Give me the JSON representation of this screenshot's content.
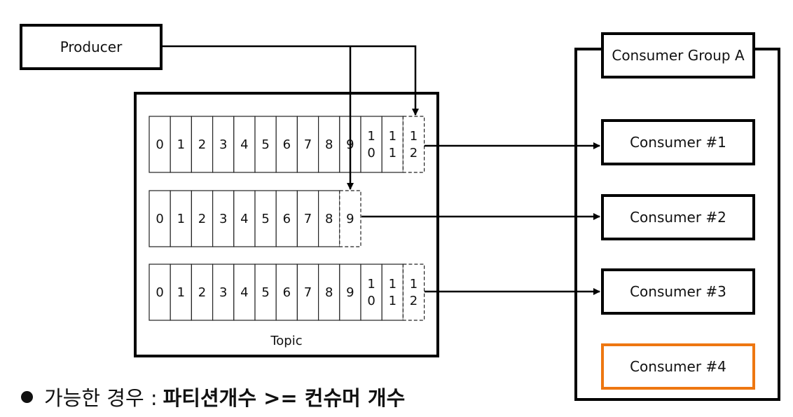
{
  "producer": {
    "label": "Producer"
  },
  "topic": {
    "label": "Topic",
    "partitions": [
      {
        "cells": [
          "0",
          "1",
          "2",
          "3",
          "4",
          "5",
          "6",
          "7",
          "8",
          "9",
          "10",
          "11"
        ],
        "next": "12"
      },
      {
        "cells": [
          "0",
          "1",
          "2",
          "3",
          "4",
          "5",
          "6",
          "7",
          "8"
        ],
        "next": "9"
      },
      {
        "cells": [
          "0",
          "1",
          "2",
          "3",
          "4",
          "5",
          "6",
          "7",
          "8",
          "9",
          "10",
          "11"
        ],
        "next": "12"
      }
    ]
  },
  "consumer_group": {
    "label": "Consumer Group A",
    "consumers": [
      {
        "label": "Consumer #1",
        "idle": false
      },
      {
        "label": "Consumer #2",
        "idle": false
      },
      {
        "label": "Consumer #3",
        "idle": false
      },
      {
        "label": "Consumer #4",
        "idle": true
      }
    ]
  },
  "colors": {
    "idle": "#ee7711",
    "line": "#000000"
  },
  "caption": {
    "plain": "가능한 경우 :",
    "bold": "파티션개수 >= 컨슈머 개수"
  }
}
